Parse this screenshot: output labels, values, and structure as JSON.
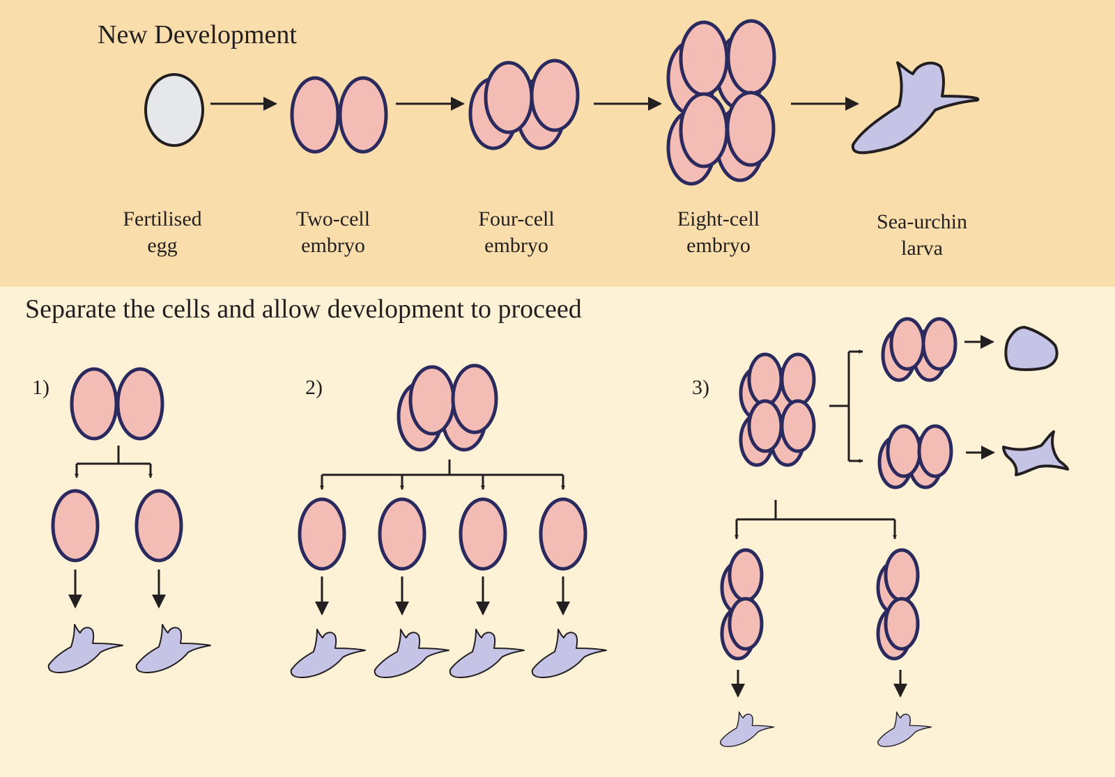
{
  "colors": {
    "top_background": "#f9deac",
    "bottom_background": "#fdf2d6",
    "cell_fill": "#f3bcb4",
    "cell_stroke": "#2b2a5e",
    "egg_fill": "#e6e7e9",
    "larva_fill": "#c5c4e6"
  },
  "top": {
    "title": "New Development",
    "stages": [
      {
        "line1": "Fertilised",
        "line2": "egg"
      },
      {
        "line1": "Two-cell",
        "line2": "embryo"
      },
      {
        "line1": "Four-cell",
        "line2": "embryo"
      },
      {
        "line1": "Eight-cell",
        "line2": "embryo"
      },
      {
        "line1": "Sea-urchin",
        "line2": "larva"
      }
    ]
  },
  "bottom": {
    "title": "Separate the cells and allow development to proceed",
    "experiments": [
      {
        "label": "1)"
      },
      {
        "label": "2)"
      },
      {
        "label": "3)"
      }
    ]
  }
}
